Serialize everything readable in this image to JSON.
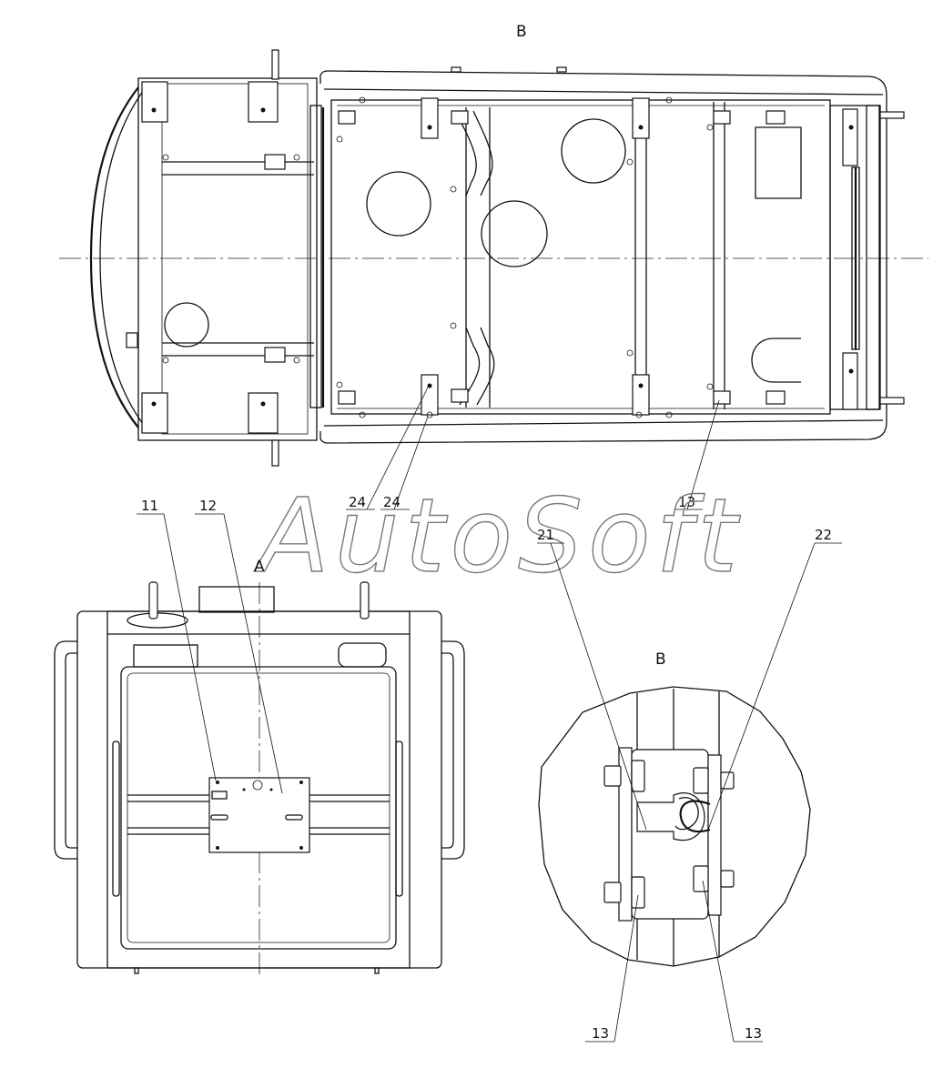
{
  "views": {
    "view_top_label": "B",
    "view_front_label": "A",
    "view_detail_label": "B"
  },
  "watermark": "AutoSoft",
  "callouts": {
    "c24a": "24",
    "c24b": "24",
    "c13_top": "13",
    "c11": "11",
    "c12": "12",
    "c21": "21",
    "c22": "22",
    "c13_left": "13",
    "c13_right": "13"
  }
}
